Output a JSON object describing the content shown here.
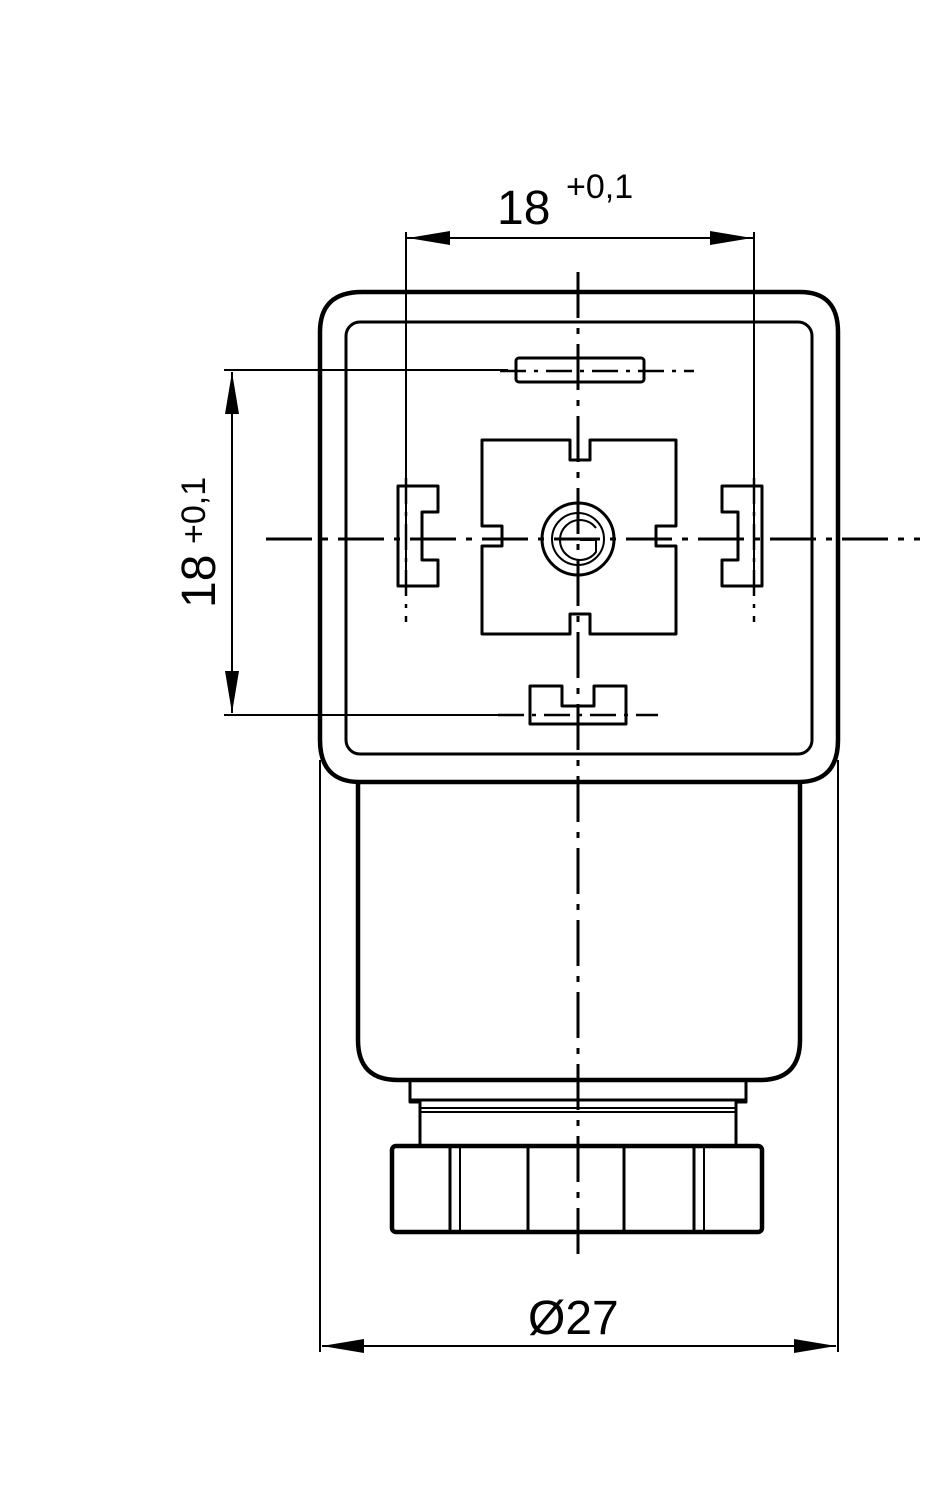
{
  "drawing": {
    "dimensions": {
      "top_width": {
        "nominal": "18",
        "tolerance": "+0,1"
      },
      "side_height": {
        "nominal": "18",
        "tolerance": "+0,1"
      },
      "diameter": "Ø27"
    }
  }
}
